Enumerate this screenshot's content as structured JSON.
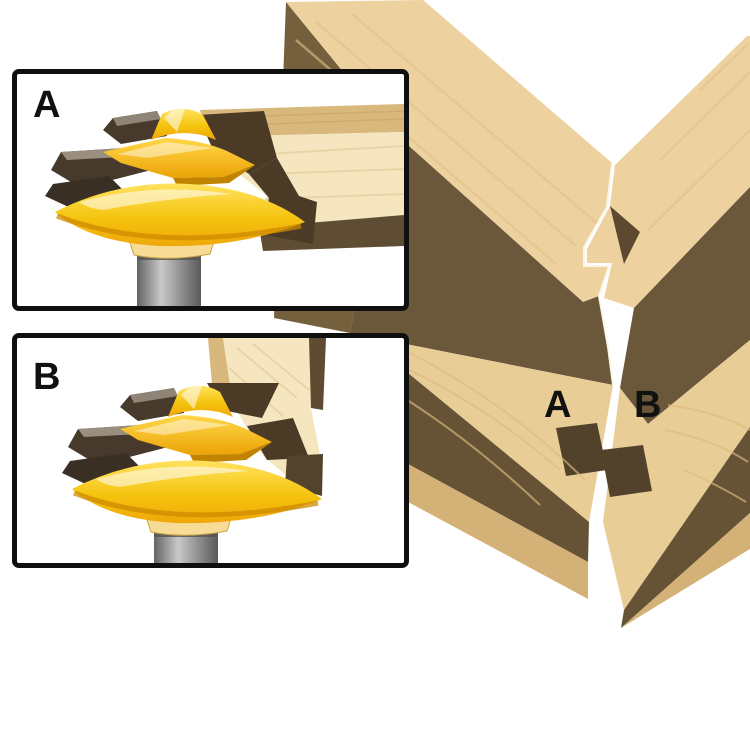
{
  "figure": {
    "description_labels": {
      "panel_a": "A",
      "panel_b": "B",
      "joint_left": "A",
      "joint_right": "B"
    },
    "panels": [
      {
        "label": "A"
      },
      {
        "label": "B"
      }
    ],
    "joint_labels": {
      "left": "A",
      "right": "B"
    },
    "colors": {
      "background": "#ffffff",
      "panel_border": "#0f0f0f",
      "label_text": "#111111",
      "wood_top_band": "#EDD2A0",
      "wood_outer_face": "#E9CD96",
      "wood_inner_dark": "#6B573A",
      "wood_edge_dark": "#665335",
      "wood_end_band": "#D4B177",
      "wood_notch": "#53422B",
      "panel_board_face": "#F6E6C0",
      "panel_board_band": "#D9B87E",
      "panel_cut_shadow": "#4A3A26",
      "bit_yellow": "#F5C40E",
      "bit_amber": "#CE8A00",
      "carbide_dark": "#473A2C",
      "shank_gray": "#8E8E8E"
    }
  }
}
